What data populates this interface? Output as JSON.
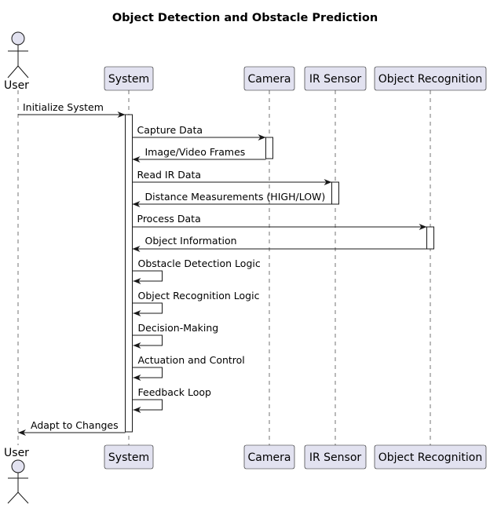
{
  "title": "Object Detection and Obstacle Prediction",
  "participants": [
    {
      "id": "user",
      "label": "User",
      "kind": "actor"
    },
    {
      "id": "system",
      "label": "System",
      "kind": "box"
    },
    {
      "id": "camera",
      "label": "Camera",
      "kind": "box"
    },
    {
      "id": "ir",
      "label": "IR Sensor",
      "kind": "box"
    },
    {
      "id": "objrec",
      "label": "Object Recognition",
      "kind": "box"
    }
  ],
  "messages": [
    {
      "from": "user",
      "to": "system",
      "label": "Initialize System"
    },
    {
      "from": "system",
      "to": "camera",
      "label": "Capture Data"
    },
    {
      "from": "camera",
      "to": "system",
      "label": "Image/Video Frames"
    },
    {
      "from": "system",
      "to": "ir",
      "label": "Read IR Data"
    },
    {
      "from": "ir",
      "to": "system",
      "label": "Distance Measurements (HIGH/LOW)"
    },
    {
      "from": "system",
      "to": "objrec",
      "label": "Process Data"
    },
    {
      "from": "objrec",
      "to": "system",
      "label": "Object Information"
    },
    {
      "from": "system",
      "to": "system",
      "label": "Obstacle Detection Logic"
    },
    {
      "from": "system",
      "to": "system",
      "label": "Object Recognition Logic"
    },
    {
      "from": "system",
      "to": "system",
      "label": "Decision-Making"
    },
    {
      "from": "system",
      "to": "system",
      "label": "Actuation and Control"
    },
    {
      "from": "system",
      "to": "system",
      "label": "Feedback Loop"
    },
    {
      "from": "system",
      "to": "user",
      "label": "Adapt to Changes"
    }
  ],
  "colors": {
    "participant_fill": "#e2e2f0",
    "stroke": "#181818",
    "activation_fill": "#ffffff"
  }
}
